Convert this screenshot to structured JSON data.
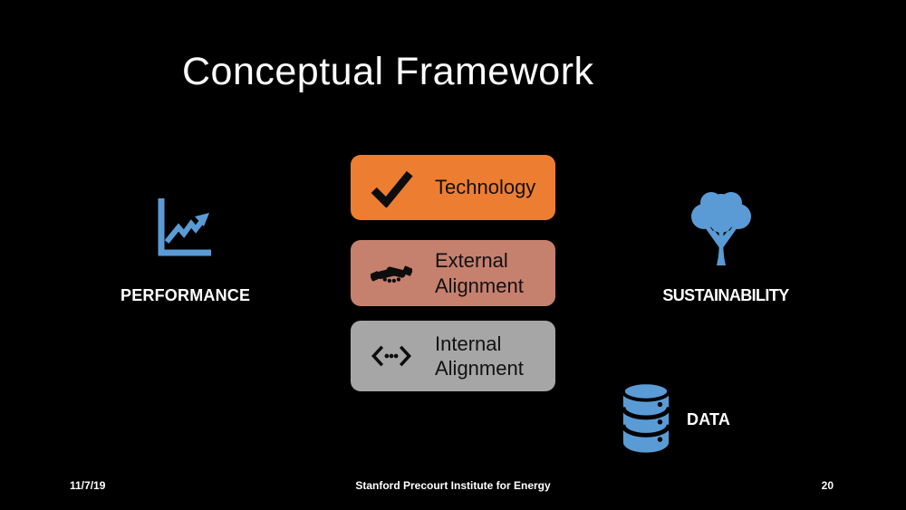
{
  "slide": {
    "title": "Conceptual Framework",
    "footer": {
      "date": "11/7/19",
      "center": "Stanford Precourt Institute for Energy",
      "page_number": "20"
    }
  },
  "nodes": {
    "performance": {
      "label": "PERFORMANCE",
      "icon": "line-chart-icon"
    },
    "sustainability": {
      "label": "SUSTAINABILITY",
      "icon": "tree-icon"
    },
    "data": {
      "label": "DATA",
      "icon": "database-icon"
    }
  },
  "boxes": [
    {
      "label": "Technology",
      "icon": "checkmark-icon",
      "color": "#ED7D31"
    },
    {
      "label": "External Alignment",
      "icon": "handshake-icon",
      "color": "#C6806E"
    },
    {
      "label": "Internal Alignment",
      "icon": "code-angle-dots-icon",
      "color": "#A6A6A6"
    }
  ],
  "colors": {
    "background": "#000000",
    "title_text": "#FFFFFF",
    "accent_blue": "#5B9BD5",
    "box_text": "#111111"
  }
}
